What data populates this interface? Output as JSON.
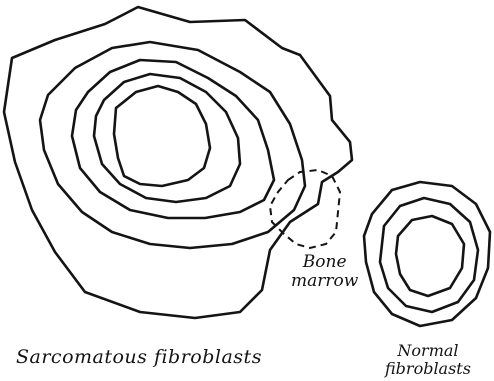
{
  "diagram": {
    "labels": {
      "sarcomatous": "Sarcomatous fibroblasts",
      "bone_line1": "Bone",
      "bone_line2": "marrow",
      "normal_line1": "Normal",
      "normal_line2": "fibroblasts"
    },
    "contours": {
      "sarcomatous_count": 5,
      "normal_count": 3
    },
    "line_color": "#141414"
  }
}
